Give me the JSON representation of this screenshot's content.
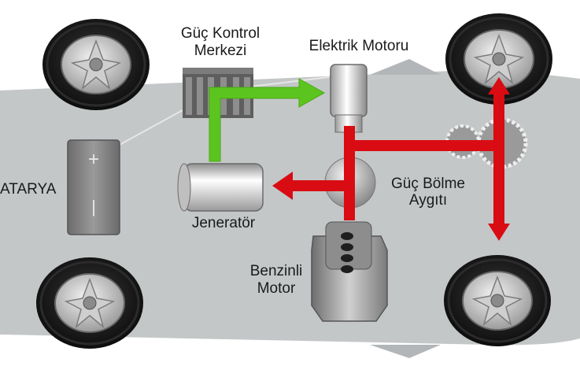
{
  "labels": {
    "power_control_center_line1": "Güç Kontrol",
    "power_control_center_line2": "Merkezi",
    "electric_motor": "Elektrik Motoru",
    "battery": "ATARYA",
    "generator": "Jeneratör",
    "power_split_device_line1": "Güç Bölme",
    "power_split_device_line2": "Aygıtı",
    "gasoline_engine_line1": "Benzinli",
    "gasoline_engine_line2": "Motor"
  },
  "battery_symbols": {
    "plus": "+",
    "minus": "|"
  },
  "colors": {
    "electric_flow": "#5cc41f",
    "mechanical_flow": "#d80c12",
    "car_body": "#c4c7c8",
    "tire": "#151515"
  },
  "icons": {
    "wheels": "tire-icon",
    "engine": "engine-block-icon",
    "battery": "battery-icon",
    "gears": "gear-icon"
  }
}
